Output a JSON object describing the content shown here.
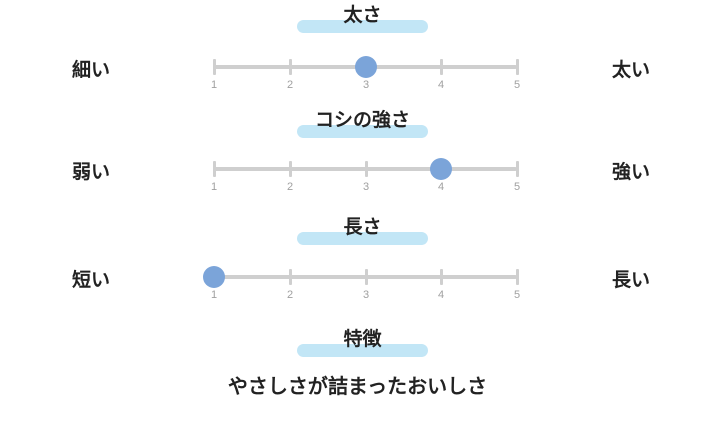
{
  "scales": [
    {
      "title": "太さ",
      "left_label": "細い",
      "right_label": "太い",
      "value": 3
    },
    {
      "title": "コシの強さ",
      "left_label": "弱い",
      "right_label": "強い",
      "value": 4
    },
    {
      "title": "長さ",
      "left_label": "短い",
      "right_label": "長い",
      "value": 1
    }
  ],
  "ticks": [
    "1",
    "2",
    "3",
    "4",
    "5"
  ],
  "feature": {
    "title": "特徴",
    "text": "やさしさが詰まったおいしさ"
  },
  "colors": {
    "track": "#cfcfcf",
    "knob": "#7ba4d9",
    "heading_bar": "#c2e6f6"
  }
}
